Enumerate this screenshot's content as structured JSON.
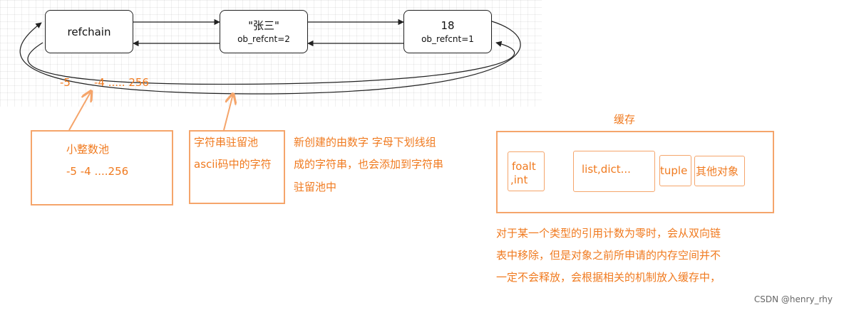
{
  "nodes": [
    {
      "id": "refchain",
      "title": "refchain",
      "sub": ""
    },
    {
      "id": "zhangsan",
      "title": "\"张三\"",
      "sub": "ob_refcnt=2"
    },
    {
      "id": "num18",
      "title": "18",
      "sub": "ob_refcnt=1"
    }
  ],
  "range_labels": {
    "neg5": "-5",
    "neg4_256": "-4 ..... 256"
  },
  "small_int_pool": {
    "title": "小整数池",
    "range": "-5 -4 ....256"
  },
  "string_pool": {
    "line1": "字符串驻留池",
    "line2": "ascii码中的字符"
  },
  "string_note": {
    "line1": "新创建的由数字 字母下划线组",
    "line2": "成的字符串，也会添加到字符串",
    "line3": "驻留池中"
  },
  "cache": {
    "title": "缓存",
    "items": [
      {
        "line1": "foalt",
        "line2": ",int"
      },
      {
        "line1": "list,dict..."
      },
      {
        "line1": "tuple"
      },
      {
        "line1": "其他对象"
      }
    ]
  },
  "cache_note": {
    "line1": "对于某一个类型的引用计数为零时，会从双向链",
    "line2": "表中移除，但是对象之前所申请的内存空间并不",
    "line3": "一定不会释放，会根据相关的机制放入缓存中，"
  },
  "watermark": "CSDN @henry_rhy",
  "colors": {
    "accent": "#f07a1f",
    "box_border": "#f5a56b",
    "line": "#222222"
  }
}
